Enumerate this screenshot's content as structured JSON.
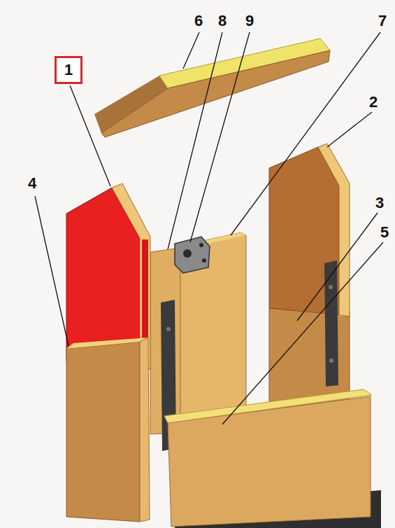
{
  "diagram": {
    "nodes": [
      {
        "text": [
          "1"
        ]
      }
    ],
    "labels": [
      "6",
      "8",
      "9",
      "7",
      "2",
      "4",
      "3",
      "5"
    ]
  }
}
